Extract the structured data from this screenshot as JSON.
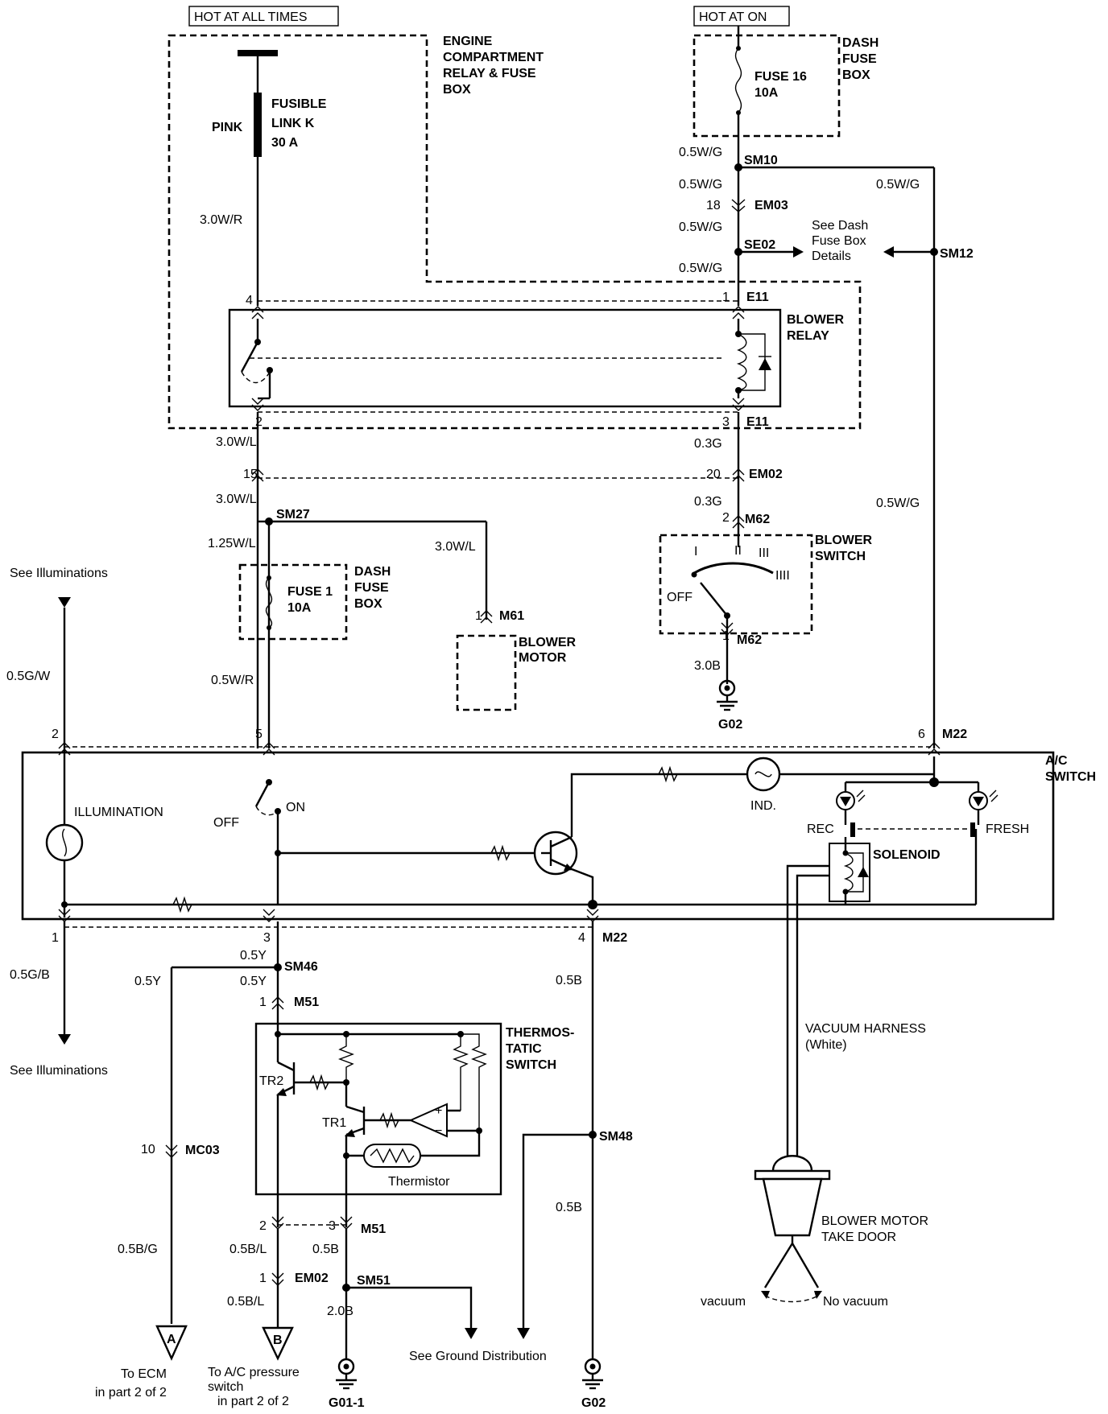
{
  "supply": {
    "hot_at_all_times": "HOT AT ALL TIMES",
    "hot_at_on": "HOT AT ON"
  },
  "boxes": {
    "engine_compartment": [
      "ENGINE",
      "COMPARTMENT",
      "RELAY & FUSE",
      "BOX"
    ],
    "dash_fuse_box": [
      "DASH",
      "FUSE",
      "BOX"
    ],
    "blower_relay": [
      "BLOWER",
      "RELAY"
    ],
    "blower_switch": [
      "BLOWER",
      "SWITCH"
    ],
    "blower_motor": [
      "BLOWER",
      "MOTOR"
    ],
    "ac_switch": [
      "A/C",
      "SWITCH"
    ],
    "thermostatic_switch": [
      "THERMOS-",
      "TATIC",
      "SWITCH"
    ]
  },
  "fuses": {
    "fusible_link": [
      "FUSIBLE",
      "LINK K",
      "30 A"
    ],
    "fusible_link_color": "PINK",
    "fuse16": [
      "FUSE 16",
      "10A"
    ],
    "fuse1": [
      "FUSE 1",
      "10A"
    ]
  },
  "wires": {
    "w_3_0WR": "3.0W/R",
    "w_0_5WG": "0.5W/G",
    "w_3_0WL": "3.0W/L",
    "w_1_25WL": "1.25W/L",
    "w_0_5WR": "0.5W/R",
    "w_0_5GW": "0.5G/W",
    "w_0_3G": "0.3G",
    "w_3_0B": "3.0B",
    "w_0_5Y": "0.5Y",
    "w_0_5GB": "0.5G/B",
    "w_0_5B": "0.5B",
    "w_0_5BG": "0.5B/G",
    "w_0_5BL": "0.5B/L",
    "w_2_0B": "2.0B"
  },
  "connectors": {
    "SM10": "SM10",
    "EM03": "EM03",
    "SE02": "SE02",
    "SM12": "SM12",
    "E11": "E11",
    "EM02": "EM02",
    "M62": "M62",
    "SM27": "SM27",
    "M61": "M61",
    "M22": "M22",
    "SM46": "SM46",
    "M51": "M51",
    "MC03": "MC03",
    "SM48": "SM48",
    "SM51": "SM51"
  },
  "pins": {
    "p1": "1",
    "p2": "2",
    "p3": "3",
    "p4": "4",
    "p5": "5",
    "p6": "6",
    "p10": "10",
    "p15": "15",
    "p18": "18",
    "p20": "20"
  },
  "grounds": {
    "G02": "G02",
    "G01_1": "G01-1"
  },
  "components": {
    "illumination": "ILLUMINATION",
    "off": "OFF",
    "on": "ON",
    "ind": "IND.",
    "rec": "REC",
    "fresh": "FRESH",
    "solenoid": "SOLENOID",
    "tr1": "TR1",
    "tr2": "TR2",
    "thermistor": "Thermistor",
    "speeds": [
      "I",
      "II",
      "III",
      "IIII"
    ],
    "vacuum_harness": [
      "VACUUM HARNESS",
      "(White)"
    ],
    "take_door": [
      "BLOWER MOTOR",
      "TAKE DOOR"
    ],
    "vacuum": "vacuum",
    "no_vacuum": "No vacuum"
  },
  "refs": {
    "see_illum": "See Illuminations",
    "see_dash_fuse": [
      "See Dash",
      "Fuse Box",
      "Details"
    ],
    "see_ground": "See Ground Distribution",
    "to_ecm": [
      "To ECM",
      "in part 2 of 2"
    ],
    "to_ac_pressure": [
      "To A/C pressure",
      "switch",
      "in part 2 of 2"
    ],
    "A": "A",
    "B": "B"
  }
}
